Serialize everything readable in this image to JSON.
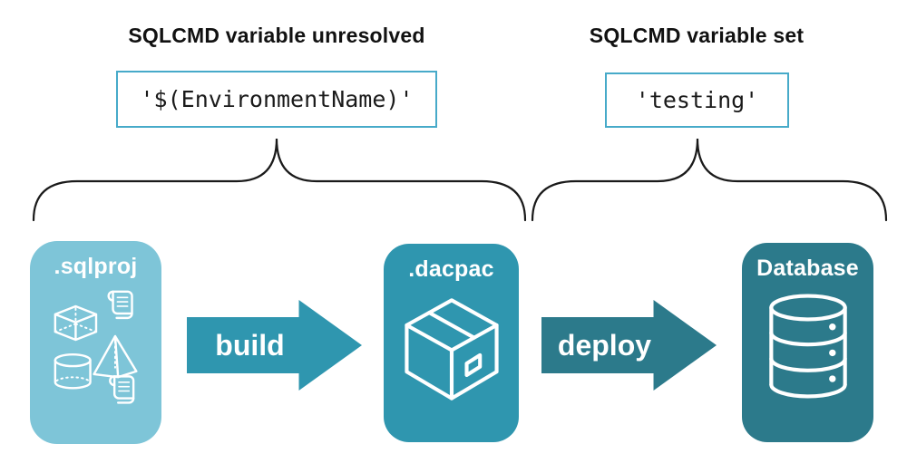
{
  "title_groups": {
    "unresolved": {
      "heading": "SQLCMD variable unresolved",
      "code": "'$(EnvironmentName)'"
    },
    "set": {
      "heading": "SQLCMD variable set",
      "code": "'testing'"
    }
  },
  "pipeline": {
    "nodes": [
      {
        "label": ".sqlproj",
        "icon": "sql-objects-icon",
        "color": "#7EC5D8"
      },
      {
        "label": ".dacpac",
        "icon": "package-icon",
        "color": "#2F96AF"
      },
      {
        "label": "Database",
        "icon": "database-icon",
        "color": "#2C7A8B"
      }
    ],
    "arrows": [
      {
        "label": "build",
        "color": "#2F96AF"
      },
      {
        "label": "deploy",
        "color": "#2C7A8B"
      }
    ]
  },
  "colors": {
    "code_box_border": "#47AAC9",
    "ink": "#111111",
    "background": "#FFFFFF"
  }
}
